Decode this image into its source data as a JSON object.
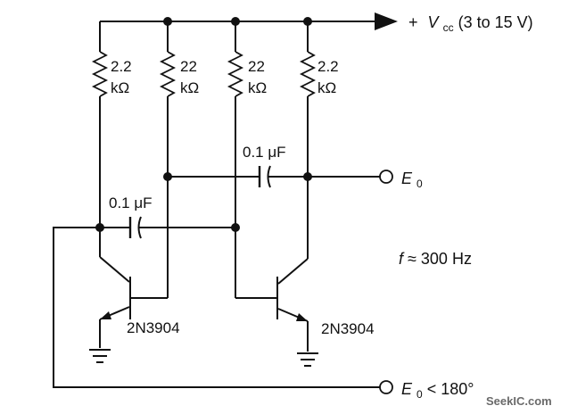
{
  "supply": {
    "plus": "+",
    "v_main": "V",
    "v_sub": "cc",
    "range": " (3 to 15 V)"
  },
  "resistors": {
    "r1": {
      "value": "2.2",
      "unit": "kΩ"
    },
    "r2": {
      "value": "22",
      "unit": "kΩ"
    },
    "r3": {
      "value": "22",
      "unit": "kΩ"
    },
    "r4": {
      "value": "2.2",
      "unit": "kΩ"
    }
  },
  "capacitors": {
    "c_top": "0.1 μF",
    "c_bottom": "0.1 μF"
  },
  "transistors": {
    "q1": "2N3904",
    "q2": "2N3904"
  },
  "outputs": {
    "e0_main": "E",
    "e0_sub": "0",
    "e0_phase_main": "E",
    "e0_phase_sub": "0",
    "e0_phase_suffix": " < 180°"
  },
  "frequency": {
    "f": "f",
    "rest": " ≈ 300 Hz"
  },
  "watermark": "SeekIC.com"
}
